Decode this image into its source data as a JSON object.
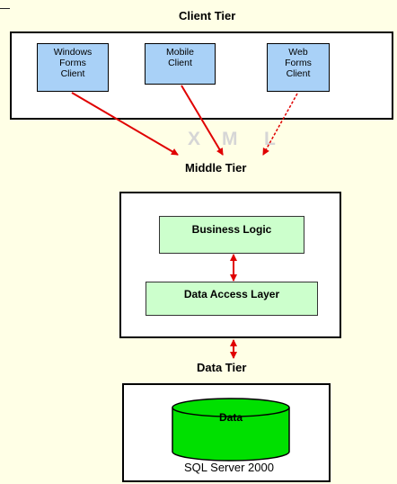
{
  "client_tier": {
    "title": "Client Tier",
    "clients": [
      [
        "Windows",
        "Forms",
        "Client"
      ],
      [
        "Mobile",
        "Client"
      ],
      [
        "Web",
        "Forms",
        "Client"
      ]
    ]
  },
  "xml_label": [
    "X",
    "M",
    "L"
  ],
  "middle_tier": {
    "title": "Middle Tier",
    "business_logic": "Business Logic",
    "data_access_layer": "Data Access Layer"
  },
  "data_tier": {
    "title": "Data Tier",
    "database_label": "Data",
    "server_label": "SQL Server 2000"
  },
  "colors": {
    "background": "#ffffe6",
    "client_fill": "#a9d1f7",
    "component_fill": "#ccffcc",
    "database_fill": "#00e000",
    "arrow": "#e00000"
  }
}
